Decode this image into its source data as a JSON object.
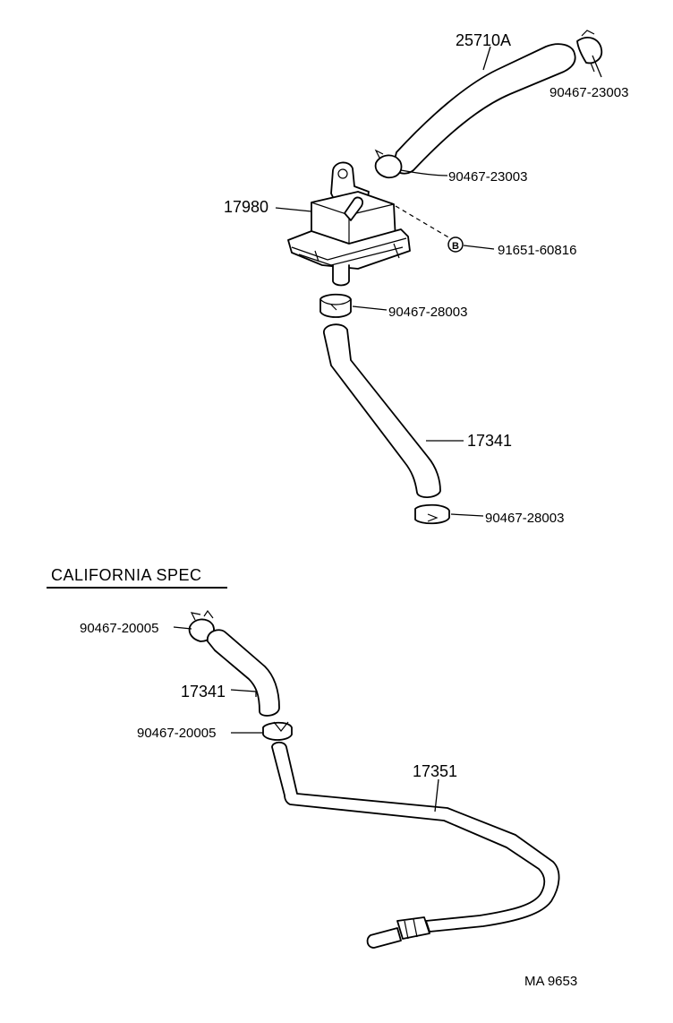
{
  "labels": {
    "hose_top": "25710A",
    "clamp_top_right": "90467-23003",
    "clamp_top_lower": "90467-23003",
    "valve": "17980",
    "bolt": "91651-60816",
    "bolt_symbol": "B",
    "clamp_mid_upper": "90467-28003",
    "hose_mid": "17341",
    "clamp_mid_lower": "90467-28003",
    "section_title": "CALIFORNIA SPEC",
    "clamp_ca_upper": "90467-20005",
    "hose_ca": "17341",
    "clamp_ca_lower": "90467-20005",
    "pipe_ca": "17351",
    "drawing_code": "MA 9653"
  }
}
